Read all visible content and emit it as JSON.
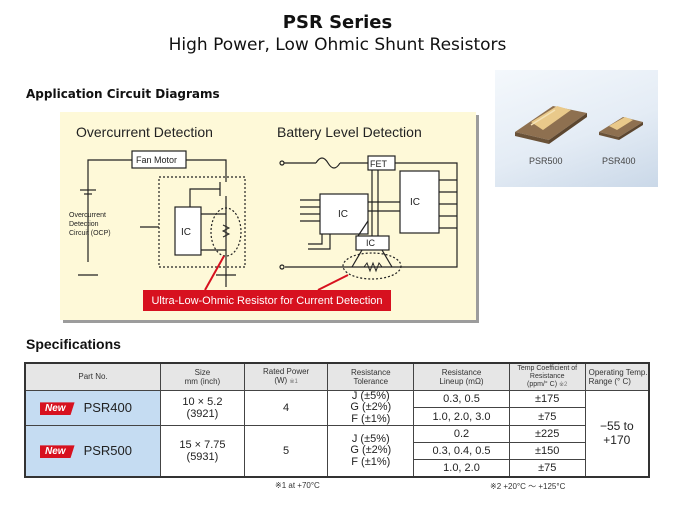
{
  "header": {
    "title": "PSR Series",
    "subtitle": "High Power, Low Ohmic Shunt Resistors"
  },
  "section_heading": "Application  Circuit  Diagrams",
  "product_photo": {
    "labels": [
      "PSR500",
      "PSR400"
    ]
  },
  "diagram": {
    "left_title": "Overcurrent Detection",
    "right_title": "Battery Level Detection",
    "fan_motor_label": "Fan Motor",
    "ocp_label_lines": [
      "Overcurrent",
      "Detection",
      "Circuit (OCP)"
    ],
    "ic_label": "IC",
    "fet_label": "FET",
    "callout": "Ultra-Low-Ohmic Resistor for Current Detection",
    "colors": {
      "panel": "#fef9d8",
      "callout": "#d7111f"
    }
  },
  "specifications": {
    "heading": "Specifications",
    "columns": [
      "Part No.",
      "Size\nmm (inch)",
      "Rated Power\n(W)",
      "Resistance\nTolerance",
      "Resistance\nLineup (mΩ)",
      "Temp Coefficient of\nResistance\n(ppm/°C)",
      "Operating Temp.\nRange (°C)"
    ],
    "col_labels": {
      "part": "Part No.",
      "size_1": "Size",
      "size_2": "mm (inch)",
      "power_1": "Rated Power",
      "power_2": "(W)",
      "power_note": "※1",
      "tol_1": "Resistance",
      "tol_2": "Tolerance",
      "lineup_1": "Resistance",
      "lineup_2": "Lineup (mΩ)",
      "tcr_1": "Temp Coefficient of",
      "tcr_2": "Resistance",
      "tcr_3": "(ppm/° C)",
      "tcr_note": "※2",
      "op_1": "Operating Temp.",
      "op_2": "Range (° C)"
    },
    "badge": "New",
    "rows": [
      {
        "part": "PSR400",
        "size": "10 × 5.2",
        "size_inch": "(3921)",
        "power": "4",
        "tolerance": [
          "J (±5%)",
          "G (±2%)",
          "F (±1%)"
        ],
        "lineup": [
          {
            "values": "0.3, 0.5",
            "tcr": "±175"
          },
          {
            "values": "1.0, 2.0, 3.0",
            "tcr": "±75"
          }
        ]
      },
      {
        "part": "PSR500",
        "size": "15 × 7.75",
        "size_inch": "(5931)",
        "power": "5",
        "tolerance": [
          "J (±5%)",
          "G (±2%)",
          "F (±1%)"
        ],
        "lineup": [
          {
            "values": "0.2",
            "tcr": "±225"
          },
          {
            "values": "0.3, 0.4, 0.5",
            "tcr": "±150"
          },
          {
            "values": "1.0, 2.0",
            "tcr": "±75"
          }
        ]
      }
    ],
    "operating_range": "−55 to +170",
    "notes": {
      "note1": "※1 at +70°C",
      "note2": "※2 +20°C ～ +125°C"
    },
    "colors": {
      "part_cell": "#c5dcf2",
      "header": "#e6e6e6",
      "badge": "#d7111f"
    }
  }
}
